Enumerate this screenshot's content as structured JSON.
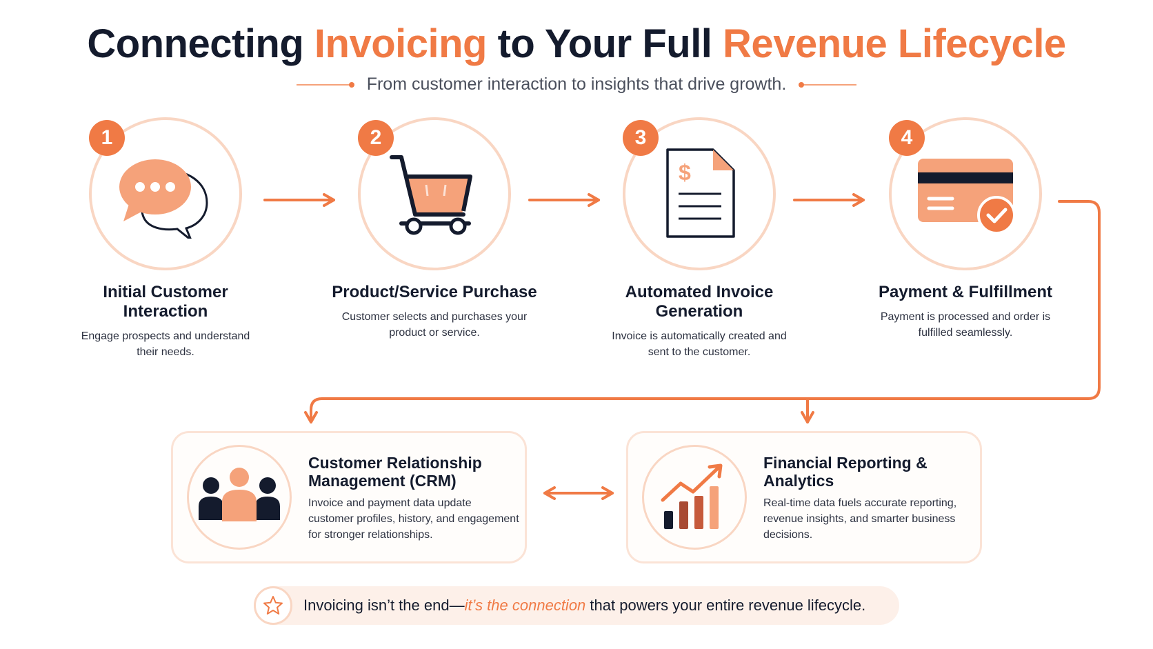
{
  "title": {
    "part1": "Connecting ",
    "accent1": "Invoicing",
    "part2": " to Your Full ",
    "accent2": "Revenue Lifecycle"
  },
  "subtitle": "From customer interaction to insights that drive growth.",
  "steps": [
    {
      "number": "1",
      "title": "Initial Customer Interaction",
      "description": "Engage prospects and understand their needs.",
      "icon": "chat-bubbles-icon"
    },
    {
      "number": "2",
      "title": "Product/Service Purchase",
      "description": "Customer selects and purchases your product or service.",
      "icon": "shopping-cart-icon"
    },
    {
      "number": "3",
      "title": "Automated Invoice Generation",
      "description": "Invoice is automatically created and sent to the customer.",
      "icon": "invoice-document-icon"
    },
    {
      "number": "4",
      "title": "Payment & Fulfillment",
      "description": "Payment is processed and order is fulfilled seamlessly.",
      "icon": "credit-card-check-icon"
    }
  ],
  "outcomes": [
    {
      "title": "Customer Relationship Management (CRM)",
      "description": "Invoice and payment data update customer profiles, history, and engagement for stronger relationships.",
      "icon": "people-group-icon"
    },
    {
      "title": "Financial Reporting & Analytics",
      "description": "Real-time data fuels accurate reporting, revenue insights, and smarter business decisions.",
      "icon": "bar-chart-growth-icon"
    }
  ],
  "footer": {
    "before": "Invoicing isn’t the end—",
    "highlight": "it’s the connection",
    "after": " that powers your entire revenue lifecycle.",
    "icon": "star-icon"
  },
  "colors": {
    "accent": "#f07a45",
    "navy": "#141b2d",
    "light_accent": "#f9d6c3"
  }
}
